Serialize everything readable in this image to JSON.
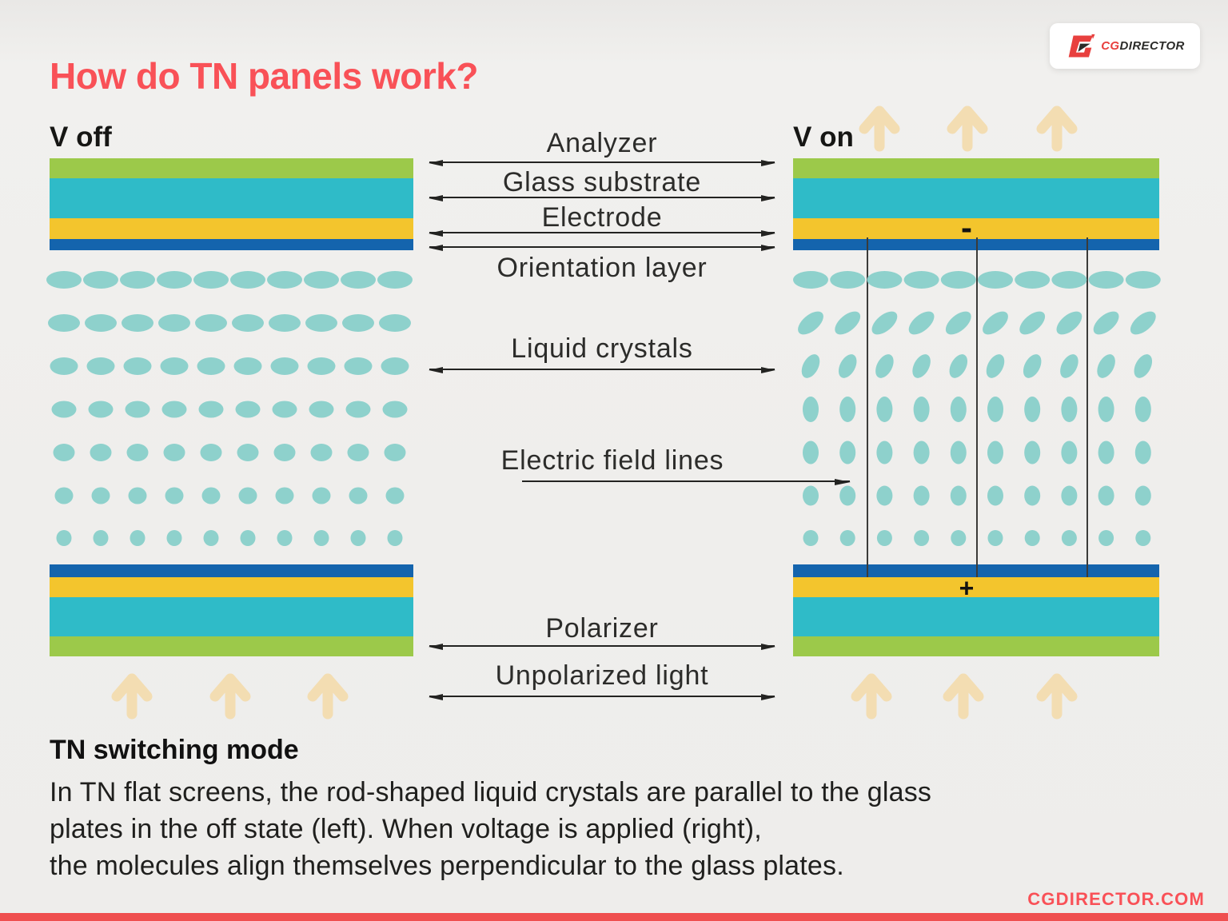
{
  "title": "How do TN panels work?",
  "logo": {
    "prefix": "CG",
    "suffix": "DIRECTOR"
  },
  "diagram": {
    "left_state_label": "V off",
    "right_state_label": "V on",
    "labels": {
      "analyzer": "Analyzer",
      "glass_substrate": "Glass substrate",
      "electrode": "Electrode",
      "orientation_layer": "Orientation layer",
      "liquid_crystals": "Liquid crystals",
      "electric_field_lines": "Electric field lines",
      "polarizer": "Polarizer",
      "unpolarized_light": "Unpolarized light"
    },
    "charges": {
      "negative": "-",
      "positive": "+"
    },
    "colors": {
      "analyzer_polarizer_green": "#9cc94a",
      "glass_substrate_teal": "#2fbbc8",
      "electrode_yellow": "#f3c52d",
      "orientation_layer_blue": "#1464ad",
      "liquid_crystal_teal": "#8ed1cc",
      "light_arrow_cream": "#f3ddb2",
      "accent_red": "#f95157",
      "footer_bar_red": "#ef4f4f"
    },
    "crystals": {
      "columns": 10,
      "rows": 7,
      "left_rows": [
        {
          "rx": 22,
          "ry": 11,
          "rot": 0
        },
        {
          "rx": 20,
          "ry": 11,
          "rot": 0
        },
        {
          "rx": 17.5,
          "ry": 11,
          "rot": 0
        },
        {
          "rx": 15.5,
          "ry": 10.5,
          "rot": 0
        },
        {
          "rx": 13.5,
          "ry": 11,
          "rot": 0
        },
        {
          "rx": 11.5,
          "ry": 10.5,
          "rot": 0
        },
        {
          "rx": 9.5,
          "ry": 10,
          "rot": 0
        }
      ],
      "right_rows": [
        {
          "rx": 22,
          "ry": 11,
          "rot": 0
        },
        {
          "rx": 19,
          "ry": 10,
          "rot": -40
        },
        {
          "rx": 16,
          "ry": 9.5,
          "rot": -62
        },
        {
          "rx": 10,
          "ry": 16,
          "rot": 0
        },
        {
          "rx": 10,
          "ry": 14.5,
          "rot": 0
        },
        {
          "rx": 10,
          "ry": 12.5,
          "rot": 0
        },
        {
          "rx": 9.5,
          "ry": 10,
          "rot": 0
        }
      ]
    }
  },
  "caption": {
    "heading": "TN switching mode",
    "lines": [
      "In TN flat screens, the rod-shaped liquid crystals are parallel to the glass",
      "plates in the off state (left). When voltage is applied (right),",
      "the molecules align themselves perpendicular to the glass plates."
    ]
  },
  "footer": {
    "website": "CGDIRECTOR.COM"
  }
}
